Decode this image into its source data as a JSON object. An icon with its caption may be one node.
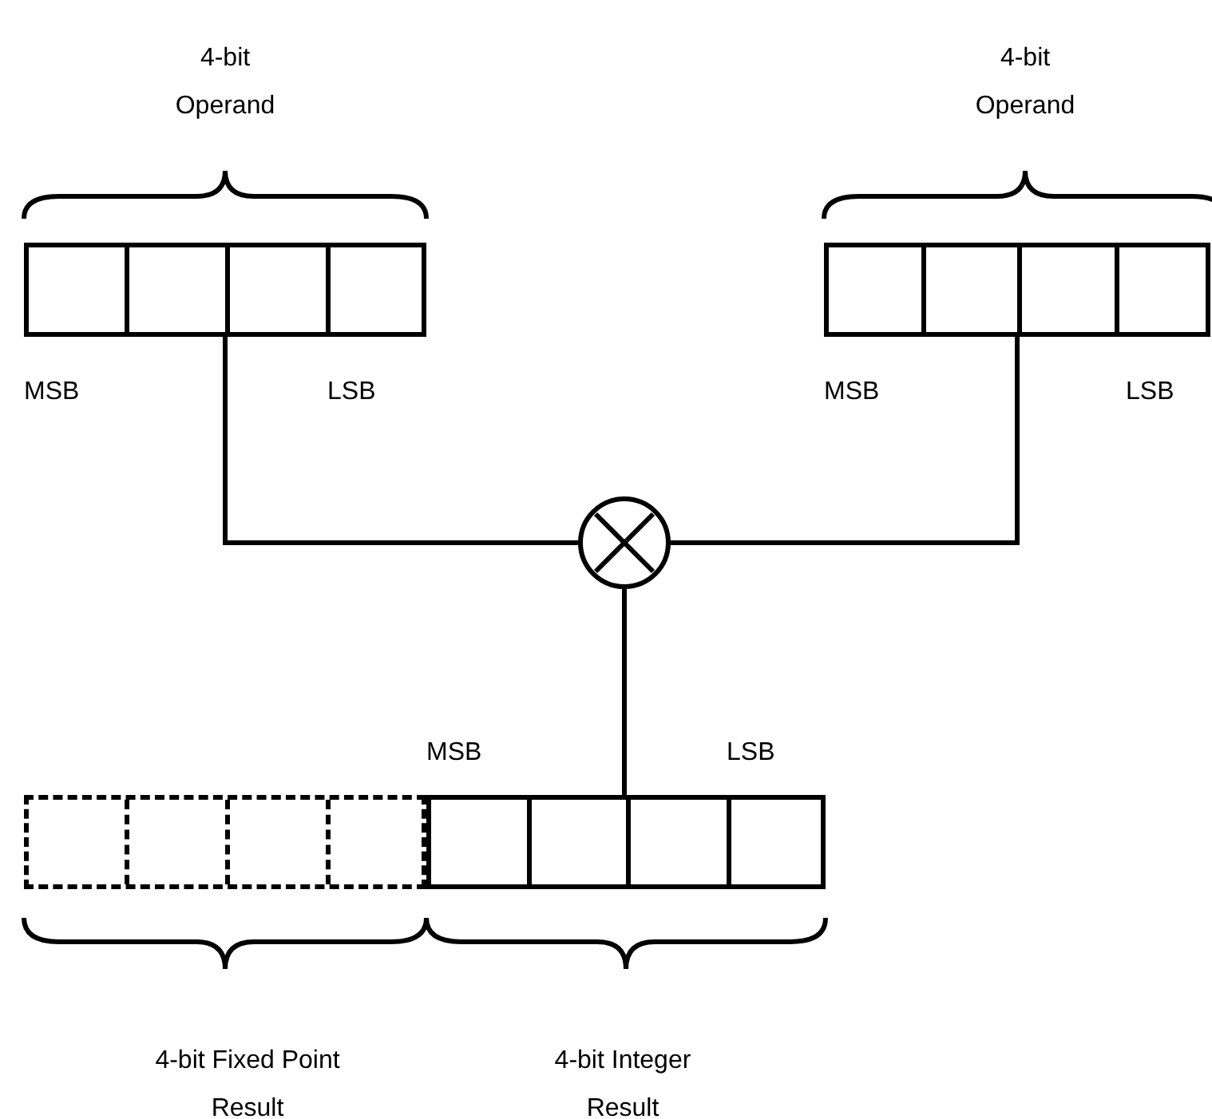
{
  "diagram": {
    "nodes": [
      {
        "text": [],
        "shape": "box"
      },
      {
        "text": [],
        "shape": "box"
      },
      {
        "text": [],
        "shape": "circle"
      },
      {
        "text": [],
        "shape": "box"
      },
      {
        "text": [],
        "shape": "box"
      }
    ],
    "edges": [
      {
        "from": 0,
        "to": 2,
        "arrow": "none"
      },
      {
        "from": 1,
        "to": 2,
        "arrow": "none"
      },
      {
        "from": 2,
        "to": 4,
        "arrow": "none"
      }
    ],
    "labels": [
      "4-bit Operand",
      "4-bit Operand",
      "MSB",
      "LSB",
      "MSB",
      "LSB",
      "MSB",
      "LSB",
      "4-bit Fixed Point Result",
      "4-bit Integer Result"
    ]
  }
}
